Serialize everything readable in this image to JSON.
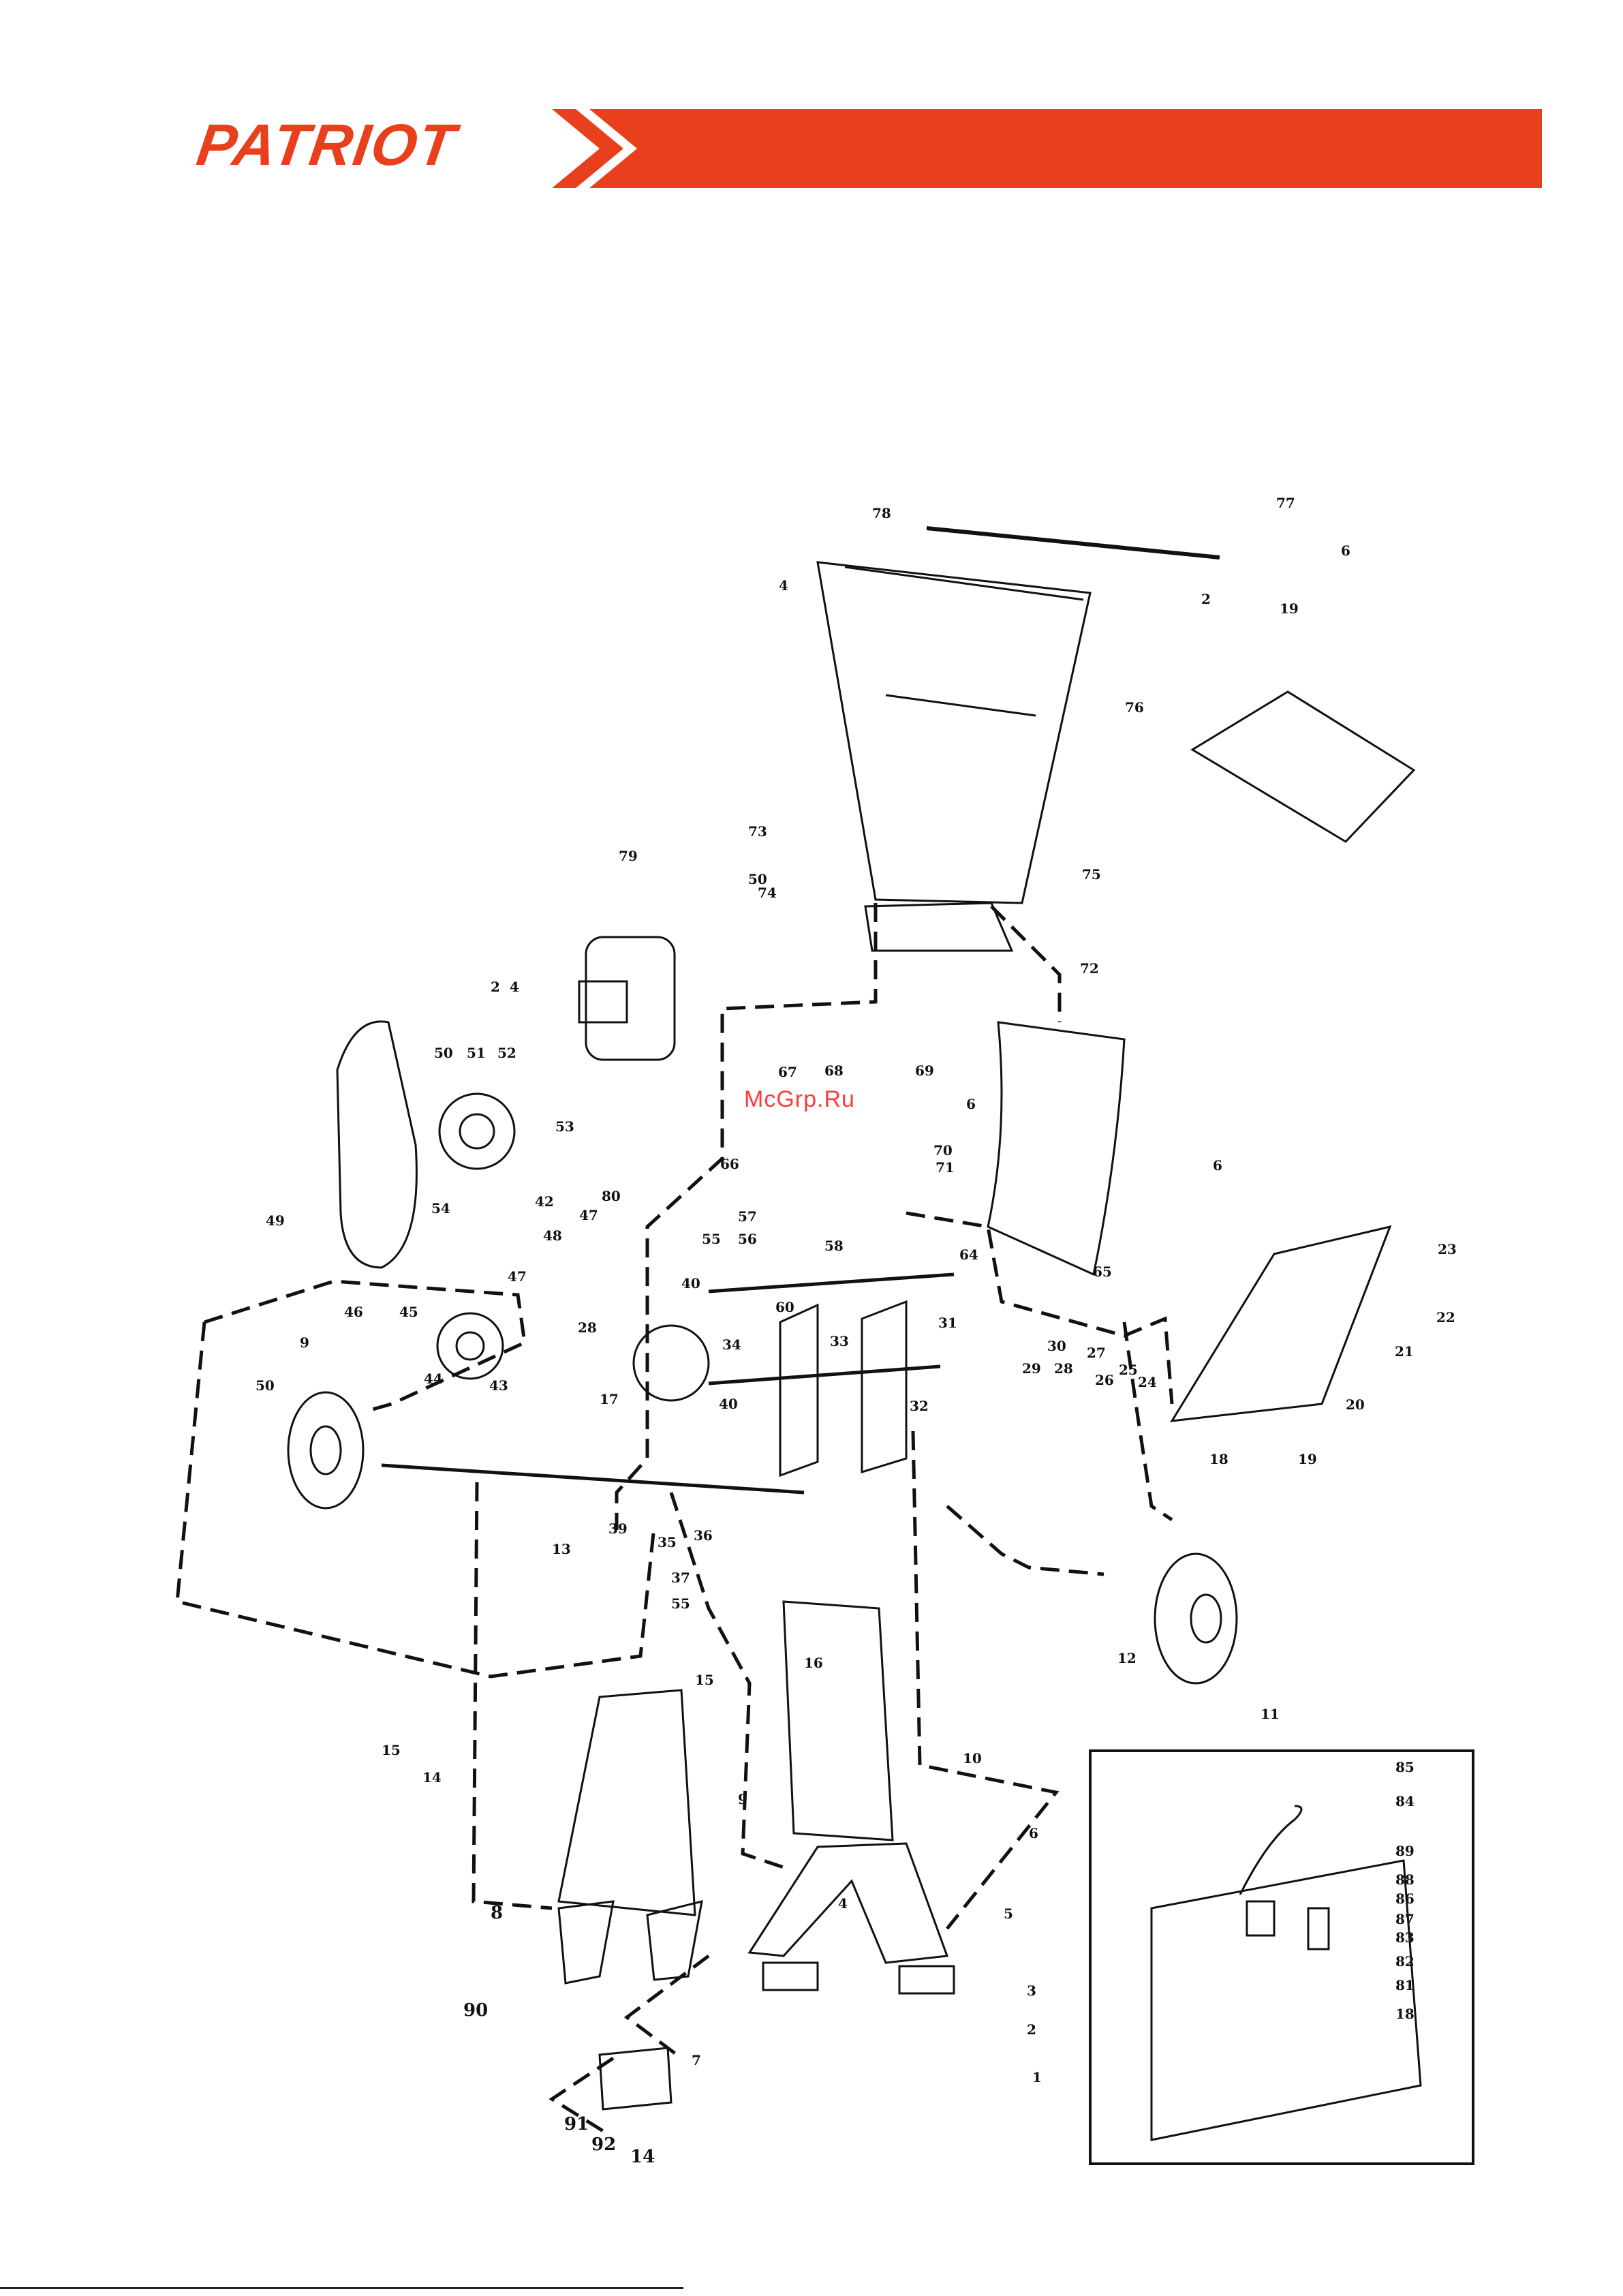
{
  "brand": {
    "logo_text": "PATRIOT",
    "accent_color": "#e8401c"
  },
  "watermark": "McGrp.Ru",
  "callouts": {
    "c78": "78",
    "c77": "77",
    "c6a": "6",
    "c4a": "4",
    "c2a": "2",
    "c19a": "19",
    "c76": "76",
    "c73": "73",
    "c50a": "50",
    "c74": "74",
    "c75": "75",
    "c72": "72",
    "c79": "79",
    "c2b": "2",
    "c4b": "4",
    "c50b": "50",
    "c51": "51",
    "c52": "52",
    "c53": "53",
    "c54": "54",
    "c42": "42",
    "c80": "80",
    "c67": "67",
    "c68": "68",
    "c69": "69",
    "c6b": "6",
    "c70": "70",
    "c71": "71",
    "c66": "66",
    "c6c": "6",
    "c65": "65",
    "c49": "49",
    "c47a": "47",
    "c48": "48",
    "c47b": "47",
    "c40a": "40",
    "c57": "57",
    "c56": "56",
    "c55a": "55",
    "c58": "58",
    "c60": "60",
    "c64": "64",
    "c31": "31",
    "c46": "46",
    "c45": "45",
    "c44": "44",
    "c43": "43",
    "c28a": "28",
    "c17": "17",
    "c34": "34",
    "c33": "33",
    "c30": "30",
    "c32": "32",
    "c40b": "40",
    "c29": "29",
    "c28b": "28",
    "c27": "27",
    "c26": "26",
    "c25": "25",
    "c24": "24",
    "c23": "23",
    "c22": "22",
    "c21": "21",
    "c20": "20",
    "c19b": "19",
    "c18a": "18",
    "c9a": "9",
    "c50c": "50",
    "c13": "13",
    "c39": "39",
    "c35": "35",
    "c36": "36",
    "c37": "37",
    "c55b": "55",
    "c12": "12",
    "c11": "11",
    "c15a": "15",
    "c16": "16",
    "c10": "10",
    "c15b": "15",
    "c14a": "14",
    "c9b": "9",
    "c6d": "6",
    "c8": "8",
    "c4c": "4",
    "c5": "5",
    "c3": "3",
    "c2c": "2",
    "c1": "1",
    "c90": "90",
    "c7": "7",
    "c91": "91",
    "c92": "92",
    "c14b": "14",
    "c85": "85",
    "c84": "84",
    "c89": "89",
    "c88": "88",
    "c86": "86",
    "c87": "87",
    "c83": "83",
    "c82": "82",
    "c81": "81",
    "c18b": "18"
  }
}
